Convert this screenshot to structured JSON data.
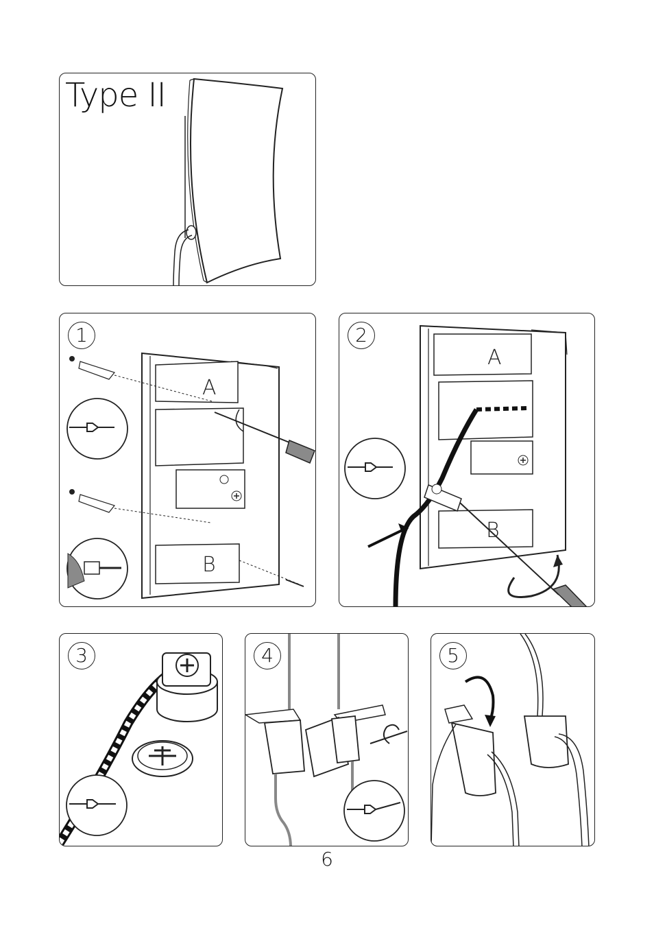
{
  "type_panel": {
    "title": "Type II"
  },
  "steps": [
    {
      "number": "1",
      "label_a": "A",
      "label_b": "B"
    },
    {
      "number": "2",
      "label_a": "A",
      "label_b": "B"
    },
    {
      "number": "3"
    },
    {
      "number": "4"
    },
    {
      "number": "5"
    }
  ],
  "page": {
    "number": "6"
  },
  "colors": {
    "line": "#222222",
    "tool_grey": "#8a8a8a",
    "cable": "#111111"
  }
}
